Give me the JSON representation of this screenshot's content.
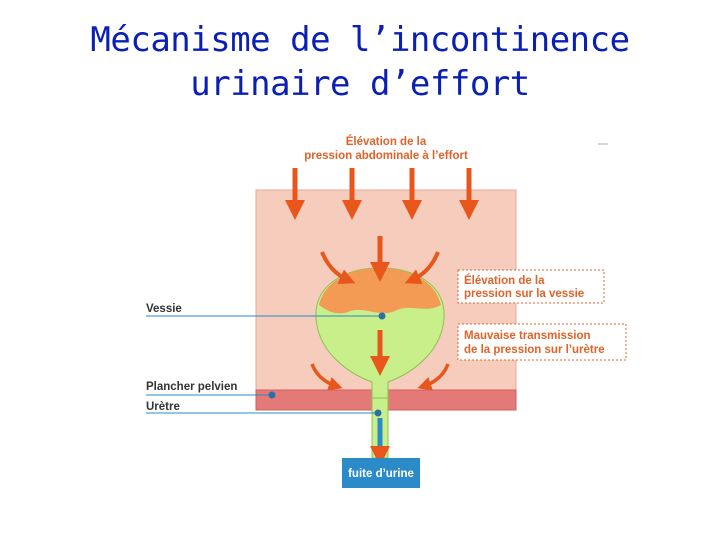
{
  "title": {
    "line1": "Mécanisme de l’incontinence",
    "line2": "urinaire d’effort"
  },
  "diagram": {
    "top_label": {
      "line1": "Élévation de la",
      "line2": "pression abdominale à l’effort"
    },
    "bladder_pressure": {
      "line1": "Élévation de la",
      "line2": "pression sur la vessie"
    },
    "poor_transmission": {
      "line1": "Mauvaise transmission",
      "line2": "de la pression sur l’urètre"
    },
    "vessie": "Vessie",
    "plancher": "Plancher pelvien",
    "uretre": "Urètre",
    "leak": "fuite d’urine"
  },
  "colors": {
    "title": "#0a1fb4",
    "abdomen": "#f6ccbd",
    "floor": "#e47a78",
    "bladder": "#c8ef8a",
    "bladder_top": "#f39a55",
    "arrow": "#e9561b",
    "label_orange": "#e0632a",
    "leak_box": "#2a8bc8"
  }
}
